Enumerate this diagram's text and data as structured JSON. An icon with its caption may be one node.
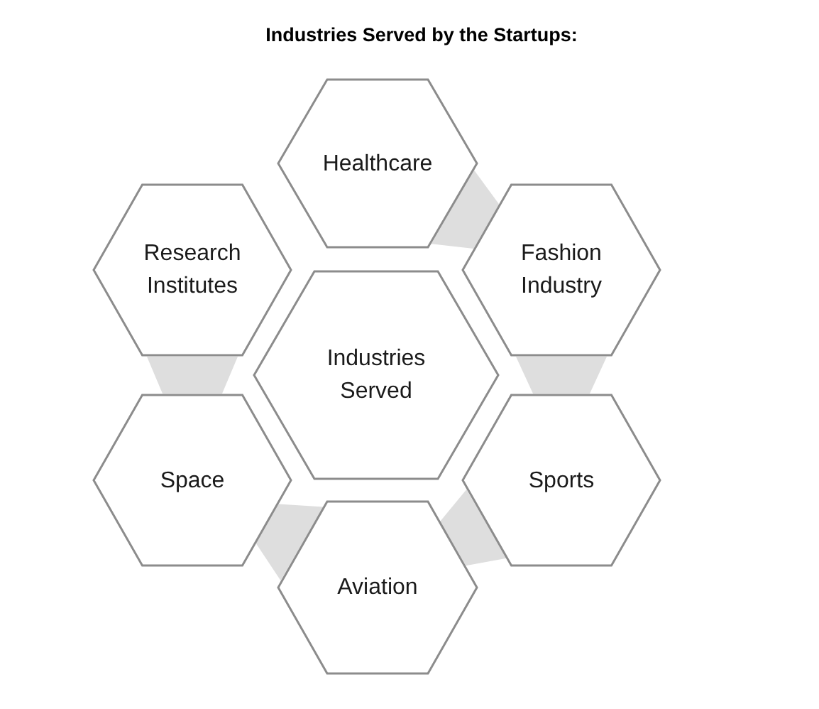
{
  "diagram": {
    "title": "Industries Served by the Startups:",
    "nodes": [
      {
        "text": [
          "Healthcare"
        ]
      },
      {
        "text": [
          "Research Institutes"
        ]
      },
      {
        "text": [
          "Fashion Industry"
        ]
      },
      {
        "text": [
          "Industries Served"
        ]
      },
      {
        "text": [
          "Space"
        ]
      },
      {
        "text": [
          "Sports"
        ]
      },
      {
        "text": [
          "Aviation"
        ]
      }
    ],
    "edges": [
      {
        "from": 0,
        "to": 2,
        "arrow": "none"
      },
      {
        "from": 2,
        "to": 5,
        "arrow": "none"
      },
      {
        "from": 5,
        "to": 6,
        "arrow": "none"
      },
      {
        "from": 6,
        "to": 4,
        "arrow": "none"
      },
      {
        "from": 4,
        "to": 1,
        "arrow": "none"
      }
    ]
  }
}
